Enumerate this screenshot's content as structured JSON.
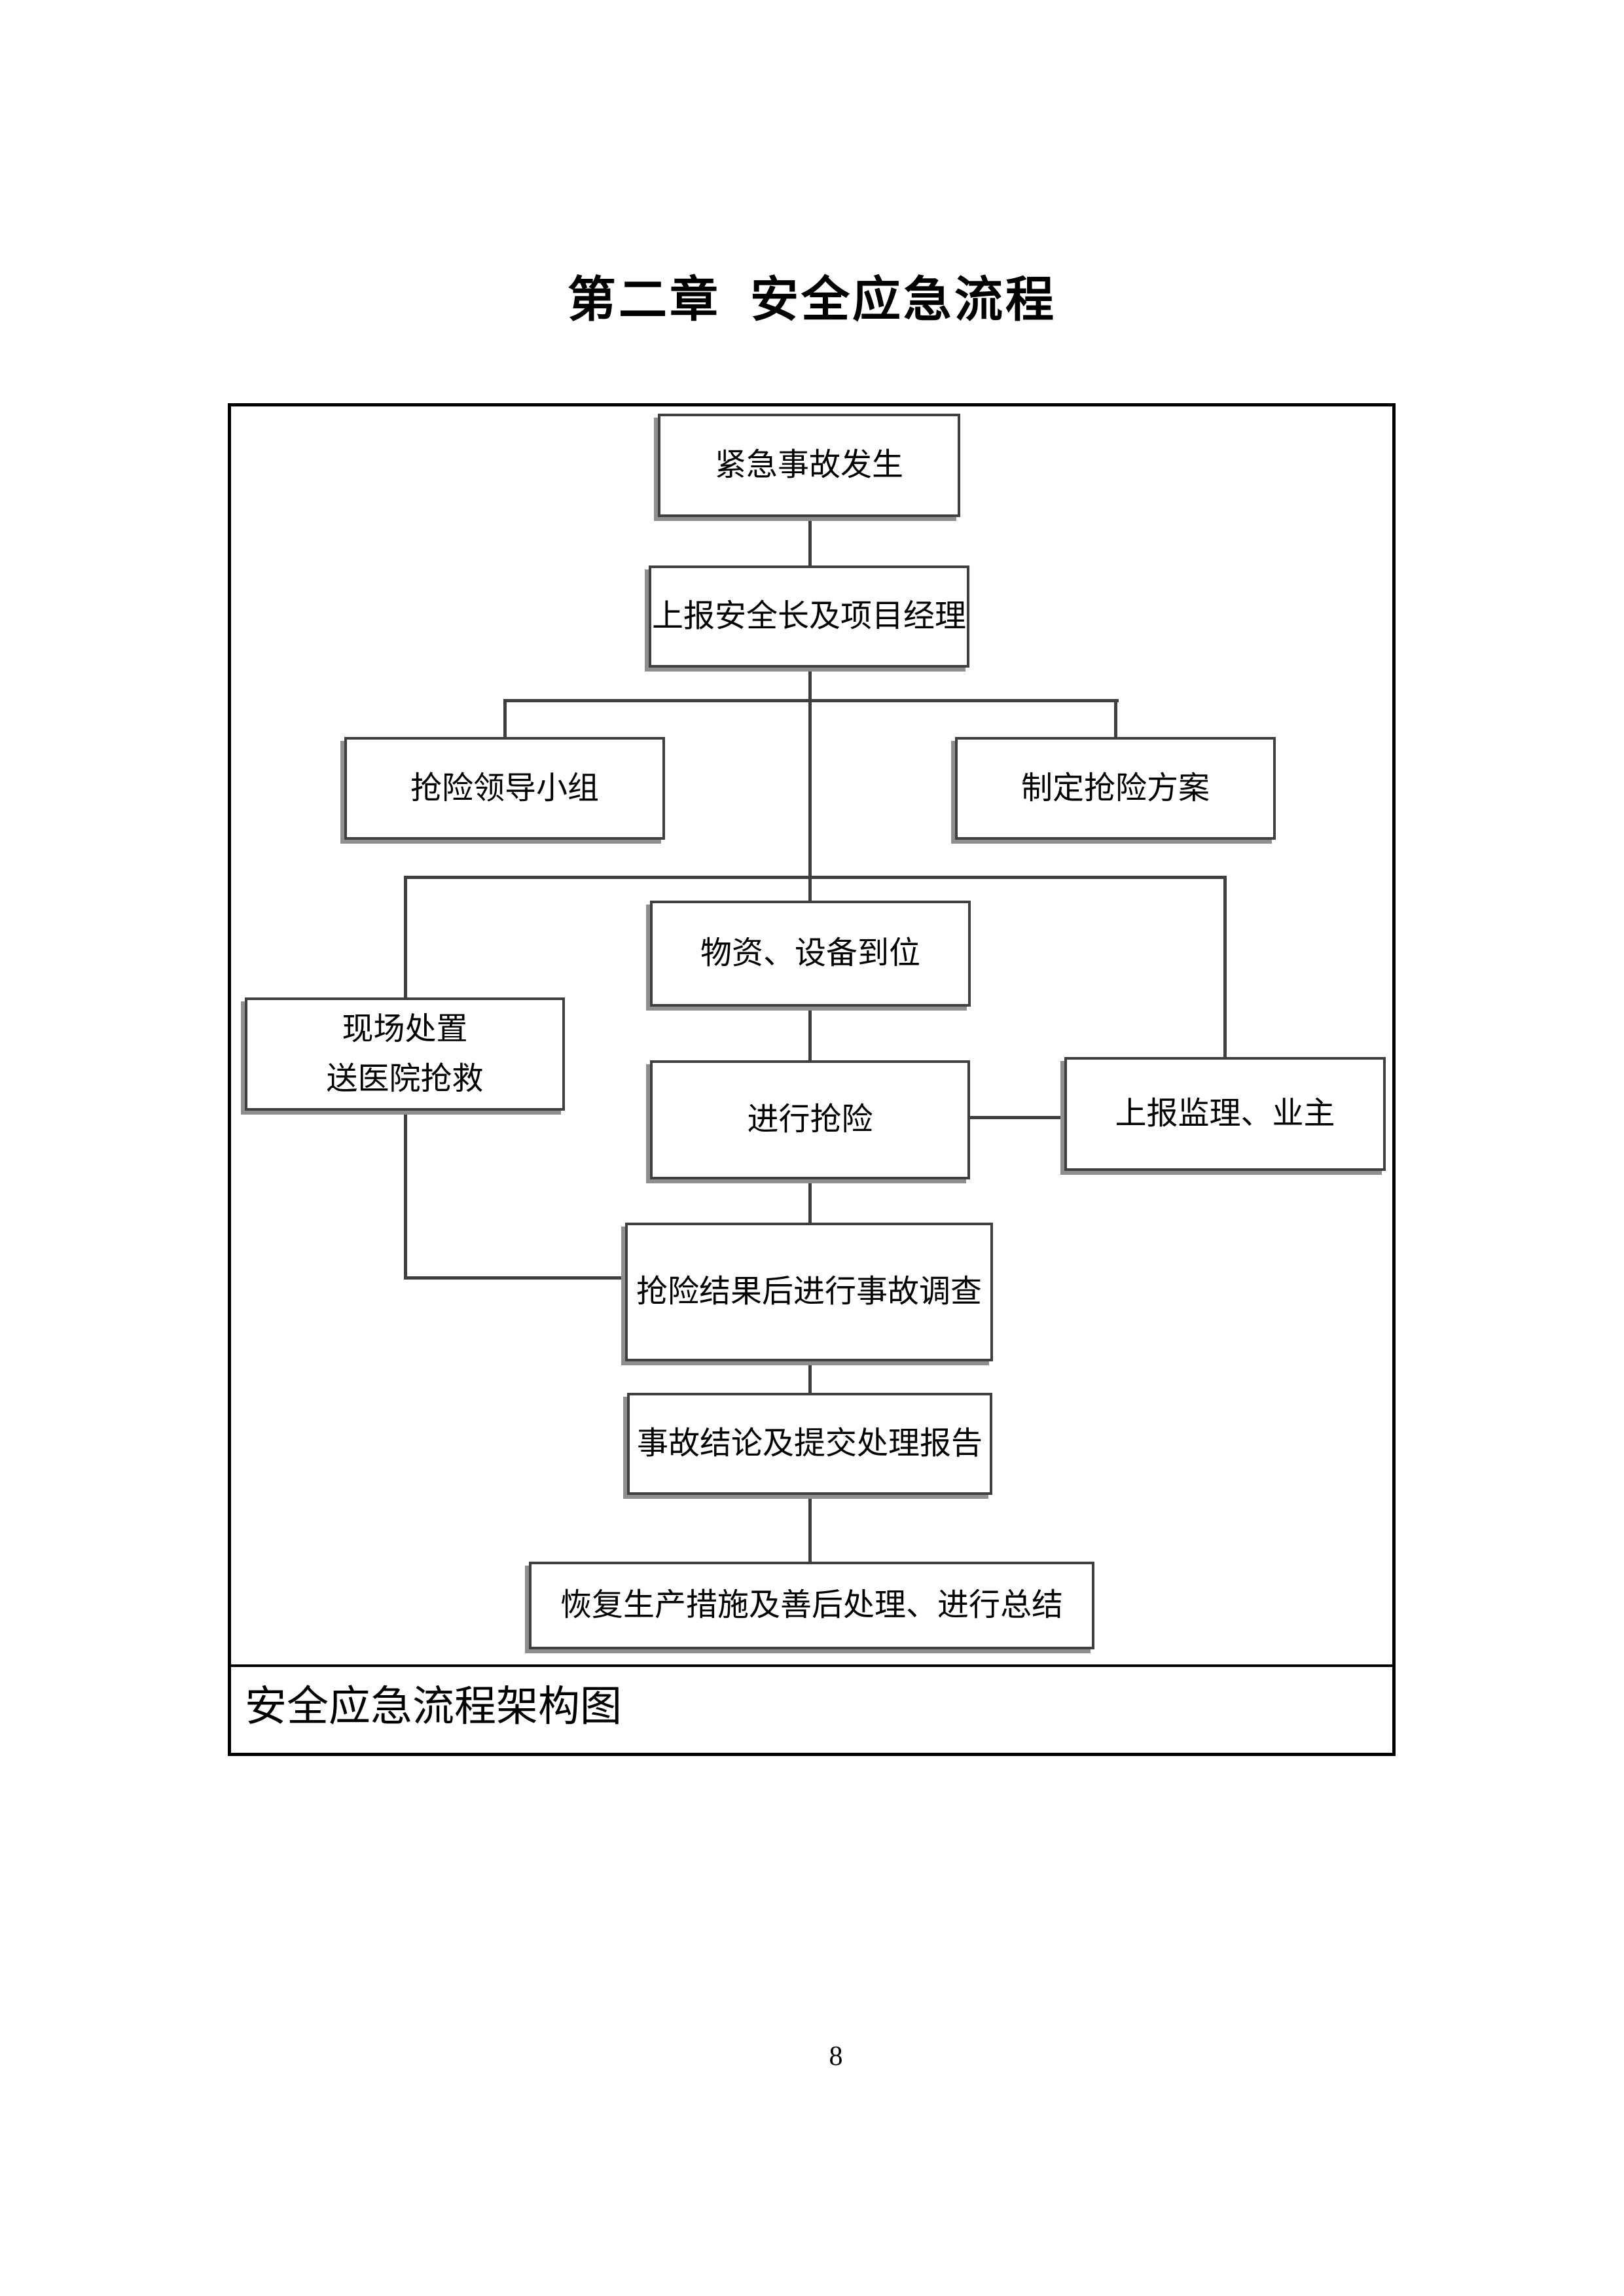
{
  "page": {
    "title": "第二章  安全应急流程",
    "page_number": "8"
  },
  "figure": {
    "caption": "安全应急流程架构图",
    "colors": {
      "outer_border": "#000000",
      "box_border": "#3f3f3f",
      "box_shadow": "#8f8f8f",
      "connector": "#3f3f3f",
      "text": "#000000",
      "background": "#ffffff"
    },
    "nodes": [
      {
        "label": "紧急事故发生"
      },
      {
        "label": "上报安全长及项目经理"
      },
      {
        "label": "抢险领导小组"
      },
      {
        "label": "制定抢险方案"
      },
      {
        "label": "物资、设备到位"
      },
      {
        "label": "现场处置",
        "label2": "送医院抢救"
      },
      {
        "label": "进行抢险"
      },
      {
        "label": "上报监理、业主"
      },
      {
        "label": "抢险结果后进行事故调查"
      },
      {
        "label": "事故结论及提交处理报告"
      },
      {
        "label": "恢复生产措施及善后处理、进行总结"
      }
    ]
  }
}
